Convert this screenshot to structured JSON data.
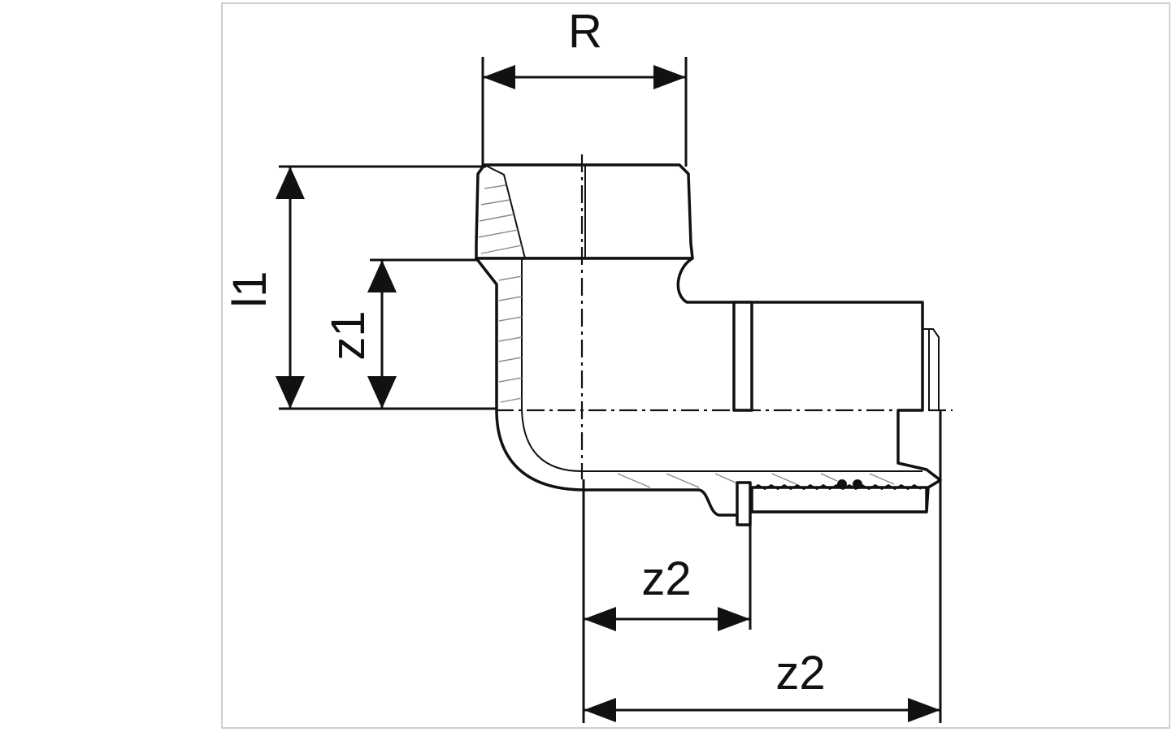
{
  "labels": {
    "R": "R",
    "l1": "l1",
    "z1": "z1",
    "z2_inner": "z2",
    "z2_outer": "z2"
  }
}
